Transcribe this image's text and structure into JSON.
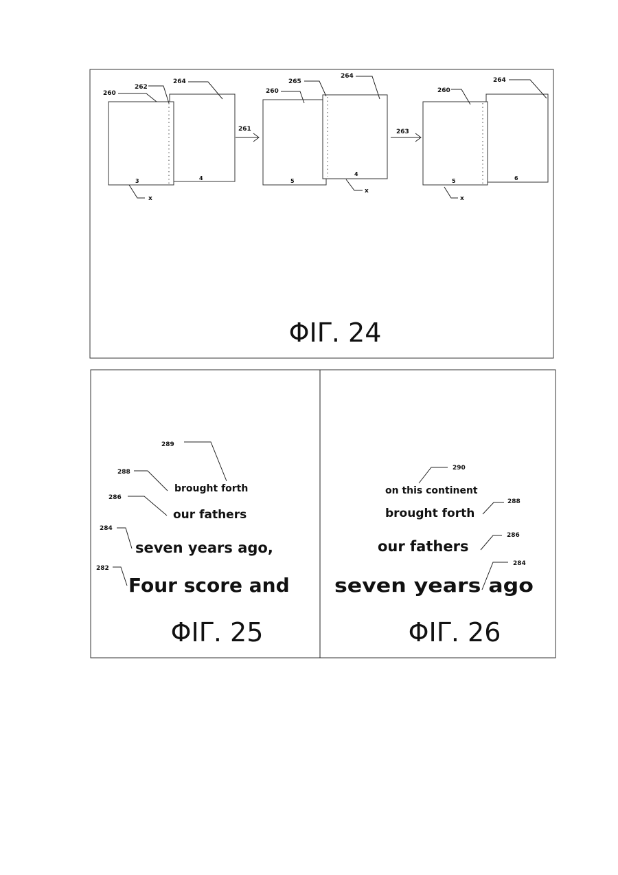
{
  "fig24": {
    "caption": "ΦΙΓ. 24",
    "stage1": {
      "ref_front": "260",
      "ref_margin": "262",
      "ref_back": "264",
      "page_front": "3",
      "page_back": "4",
      "ref_x": "x"
    },
    "arrow1": "261",
    "stage2": {
      "ref_front": "260",
      "ref_margin": "265",
      "ref_back": "264",
      "page_front": "5",
      "page_back": "4",
      "ref_x": "x"
    },
    "arrow2": "263",
    "stage3": {
      "ref_front": "260",
      "ref_back": "264",
      "page_front": "5",
      "page_back": "6",
      "ref_x": "x"
    }
  },
  "fig25": {
    "caption": "ΦΙΓ. 25",
    "lines": [
      {
        "ref": "289",
        "text": ""
      },
      {
        "ref": "288",
        "text": "brought forth"
      },
      {
        "ref": "286",
        "text": "our fathers"
      },
      {
        "ref": "284",
        "text": "seven years ago,"
      },
      {
        "ref": "282",
        "text": "Four score and"
      }
    ]
  },
  "fig26": {
    "caption": "ΦΙΓ. 26",
    "lines": [
      {
        "ref": "290",
        "text": "on this continent"
      },
      {
        "ref": "288",
        "text": "brought forth"
      },
      {
        "ref": "286",
        "text": "our fathers"
      },
      {
        "ref": "284",
        "text": "seven years ago"
      }
    ]
  }
}
